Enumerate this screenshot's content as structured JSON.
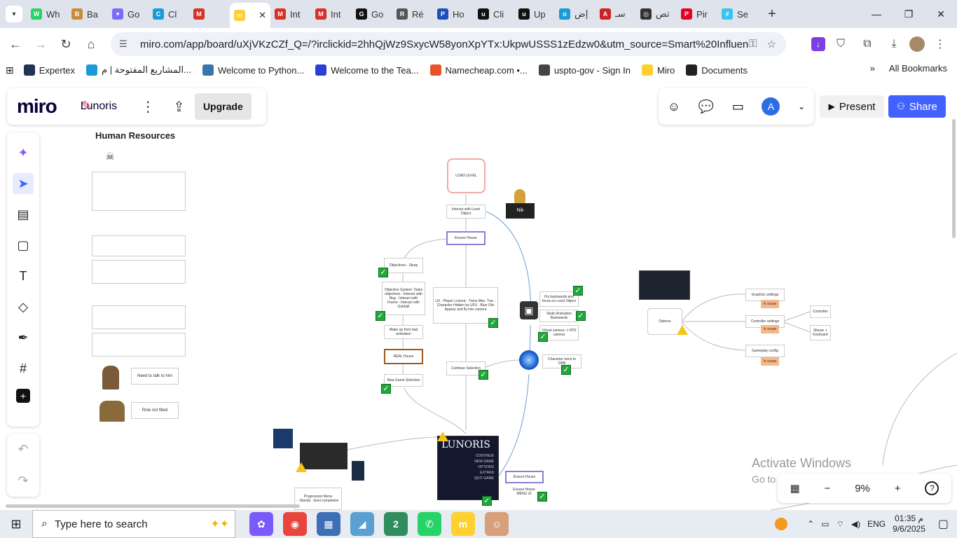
{
  "browser": {
    "tabs": [
      {
        "label": "Wh",
        "color": "#25d366",
        "glyph": "W"
      },
      {
        "label": "Ba",
        "color": "#c98a3a",
        "glyph": "B"
      },
      {
        "label": "Go",
        "color": "#7b6cf6",
        "glyph": "✦"
      },
      {
        "label": "Cl",
        "color": "#1a9bd7",
        "glyph": "C"
      },
      {
        "label": "",
        "color": "#d93025",
        "glyph": "M"
      },
      {
        "label": "",
        "color": "#ffd02f",
        "glyph": "m"
      },
      {
        "label": "Int",
        "color": "#d93025",
        "glyph": "M"
      },
      {
        "label": "Int",
        "color": "#d93025",
        "glyph": "M"
      },
      {
        "label": "Go",
        "color": "#111111",
        "glyph": "G"
      },
      {
        "label": "Ré",
        "color": "#555555",
        "glyph": "R"
      },
      {
        "label": "Ho",
        "color": "#1f4fb8",
        "glyph": "P"
      },
      {
        "label": "Cli",
        "color": "#111111",
        "glyph": "u"
      },
      {
        "label": "Up",
        "color": "#111111",
        "glyph": "u"
      },
      {
        "label": "إض",
        "color": "#1a9bd7",
        "glyph": "o"
      },
      {
        "label": "سـ",
        "color": "#cc2222",
        "glyph": "A"
      },
      {
        "label": "تص",
        "color": "#333333",
        "glyph": "◎"
      },
      {
        "label": "Pir",
        "color": "#e60023",
        "glyph": "P"
      },
      {
        "label": "Se",
        "color": "#36c5f0",
        "glyph": "#"
      }
    ],
    "active_tab_index": 5,
    "url": "miro.com/app/board/uXjVKzCZf_Q=/?irclickid=2hhQjWz9SxycW58yonXpYTx:UkpwUSSS1zEdzw0&utm_source=Smart%20Influence%20G...",
    "bookmarks": [
      {
        "label": "Expertex",
        "color": "#223355"
      },
      {
        "label": "المشاريع المفتوحة | م...",
        "color": "#1a9bd7"
      },
      {
        "label": "Welcome to Python...",
        "color": "#3776ab"
      },
      {
        "label": "Welcome to the Tea...",
        "color": "#2b3fd6"
      },
      {
        "label": "Namecheap.com •...",
        "color": "#e8542a"
      },
      {
        "label": "uspto-gov - Sign In",
        "color": "#444444"
      },
      {
        "label": "Miro",
        "color": "#ffd02f"
      },
      {
        "label": "Documents",
        "color": "#222222"
      }
    ],
    "all_bookmarks": "All Bookmarks"
  },
  "miro": {
    "logo": "miro",
    "board_name": "Lunoris",
    "upgrade": "Upgrade",
    "avatar_letter": "A",
    "present": "Present",
    "share": "Share",
    "zoom": "9%"
  },
  "board": {
    "hr_title": "Human Resources",
    "hr_notes": [
      "Need to talk to him",
      "Role not filled"
    ],
    "nodes": {
      "load_level": "LOAD LEVEL",
      "interact": "Interact with Level Object",
      "ensure_house": "Ensure House",
      "objectives": "Objectives - Sleep",
      "objective_system": "Objective System: Tasks objectives - Interact with Bag - Interact with Frame - Interact with Gold/all",
      "ux": "UX - Player Locked - Trans Mes. Trac - Character Hidden by UFX - Blue Orb Appear and fly into camera",
      "wake_up": "Wake up from bad animation",
      "real_house": "REAL House",
      "new_game": "New Game Selection",
      "continue": "Continue Selection",
      "fly_backwards": "Fly backwards and focus on Level Object",
      "static_animation": "Static Animation Backwards",
      "virtual_camera": "Virtual camera -> FPS camera",
      "character_orb": "Character turns to ORB",
      "nik": "Nik",
      "options": "Options",
      "graphics": "Graphics settings",
      "controller_settings": "Controller settings",
      "gameplay": "Gameplay config",
      "in_scope": "In scope",
      "controller": "Controller",
      "mouse_keyboard": "Mouse + Keyboard",
      "ensure_house_2": "Ensure House",
      "ensure_house_menu": "Ensure House MENU UI",
      "progression": "Progression Menu",
      "progression_items": "- Stands - level completion",
      "lunoris": "LUNORIS",
      "lunoris_menu": [
        "CONTINUE",
        "NEW GAME",
        "OPTIONS",
        "EXTRAS",
        "QUIT GAME"
      ]
    },
    "watermark_a": "Activate Windows",
    "watermark_b": "Go to Settings to activate Windows."
  },
  "taskbar": {
    "search_placeholder": "Type here to search",
    "language": "ENG",
    "time": "01:35 م",
    "date": "9/6/2025",
    "apps": [
      {
        "name": "copilot",
        "color": "#7a5af8",
        "glyph": "✿"
      },
      {
        "name": "chrome",
        "color": "#e8453c",
        "glyph": "◉"
      },
      {
        "name": "calculator",
        "color": "#3c6fb5",
        "glyph": "▦"
      },
      {
        "name": "edge-like",
        "color": "#5aa0d0",
        "glyph": "◢"
      },
      {
        "name": "chrome-2",
        "color": "#2f8d5e",
        "glyph": "2"
      },
      {
        "name": "whatsapp",
        "color": "#25d366",
        "glyph": "✆"
      },
      {
        "name": "miro",
        "color": "#ffd02f",
        "glyph": "m"
      },
      {
        "name": "avatar",
        "color": "#d8a07a",
        "glyph": "☺"
      }
    ]
  }
}
